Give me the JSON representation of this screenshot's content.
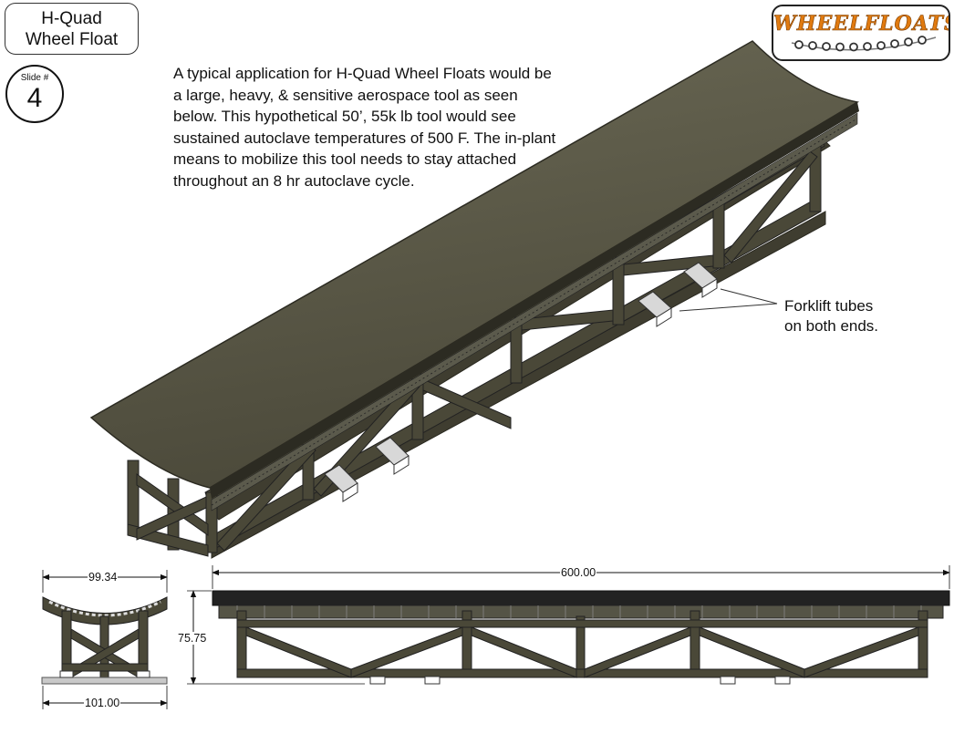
{
  "header": {
    "title_line1": "H-Quad",
    "title_line2": "Wheel Float",
    "slide_label": "Slide #",
    "slide_number": "4"
  },
  "logo": {
    "text": "WHEELFLOATS",
    "icon": "wheel-row-icon"
  },
  "intro_text": "A typical application for H-Quad Wheel Floats would be a large, heavy, & sensitive aerospace tool as seen below.  This hypothetical 50’, 55k lb tool would see sustained autoclave temperatures of 500 F.  The in-plant means to mobilize this tool needs to stay attached throughout an 8 hr autoclave cycle.",
  "callout": {
    "line1": "Forklift tubes",
    "line2": "on both ends."
  },
  "dimensions": {
    "end_top_width": "99.34",
    "end_bottom_width": "101.00",
    "side_length": "600.00",
    "height": "75.75"
  },
  "colors": {
    "frame": "#4a4838",
    "frame_dark": "#2a2920",
    "surface_top": "#5a5847",
    "surface_edge": "#2c2b22",
    "tube": "#e6e6e6",
    "logo_orange": "#e07a10"
  }
}
